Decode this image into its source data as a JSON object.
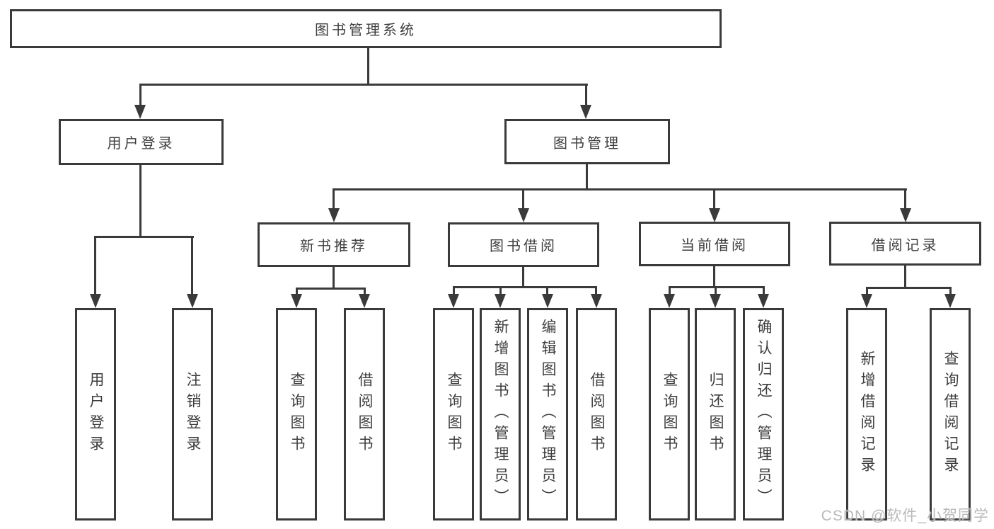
{
  "diagram": {
    "title": "图书管理系统",
    "root": {
      "label": "图书管理系统"
    },
    "user_branch": {
      "label": "用户登录",
      "children": [
        "用户登录",
        "注销登录"
      ]
    },
    "book_branch": {
      "label": "图书管理",
      "sections": [
        {
          "label": "新书推荐",
          "children": [
            "查询图书",
            "借阅图书"
          ]
        },
        {
          "label": "图书借阅",
          "children": [
            "查询图书",
            "新增图书（管理员）",
            "编辑图书（管理员）",
            "借阅图书"
          ]
        },
        {
          "label": "当前借阅",
          "children": [
            "查询图书",
            "归还图书",
            "确认归还（管理员）"
          ]
        },
        {
          "label": "借阅记录",
          "children": [
            "新增借阅记录",
            "查询借阅记录"
          ]
        }
      ]
    }
  },
  "watermark": {
    "text": "CSDN @软件_小贺同学",
    "color": "#b9b9b9"
  },
  "colors": {
    "line": "#3a3a3a",
    "text": "#3d3d3d",
    "background": "#ffffff"
  }
}
